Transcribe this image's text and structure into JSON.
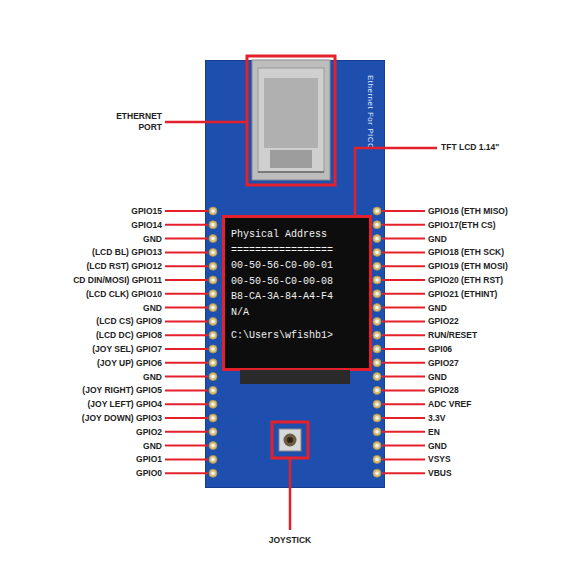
{
  "diagram": {
    "nodes": [
      {
        "text": [
          "Ethernet For PICO"
        ]
      },
      {
        "text": [
          "Physical Address",
          "=================",
          "00-50-56-C0-00-01",
          "00-50-56-C0-00-08",
          "B8-CA-3A-84-A4-F4",
          "N/A",
          "C:\\Users\\wfishb1>"
        ],
        "in": 0
      }
    ],
    "labels": [
      "ETHERNET PORT",
      "TFT LCD 1.14\"",
      "JOYSTICK",
      "GPIO15",
      "GPIO14",
      "GND",
      "(LCD BL) GPIO13",
      "(LCD RST) GPIO12",
      "CD DIN/MOSI) GPIO11",
      "(LCD CLK) GPIO10",
      "GND",
      "(LCD CS) GPIO9",
      "(LCD DC) GPIO8",
      "(JOY SEL) GPIO7",
      "(JOY UP) GPIO6",
      "GND",
      "(JOY RIGHT) GPIO5",
      "(JOY LEFT) GPIO4",
      "(JOY DOWN) GPIO3",
      "GPIO2",
      "GND",
      "GPIO1",
      "GPIO0",
      "GPIO16 (ETH MISO)",
      "GPIO17(ETH CS)",
      "GND",
      "GPIO18 (ETH SCK)",
      "GPIO19 (ETH MOSI)",
      "GPIO20 (ETH RST)",
      "GPIO21 (ETHINT)",
      "GND",
      "GPIO22",
      "RUN/RESET",
      "GPI06",
      "GPIO27",
      "GND",
      "GPIO28",
      "ADC VREF",
      "3.3V",
      "EN",
      "GND",
      "VSYS",
      "VBUS"
    ]
  }
}
